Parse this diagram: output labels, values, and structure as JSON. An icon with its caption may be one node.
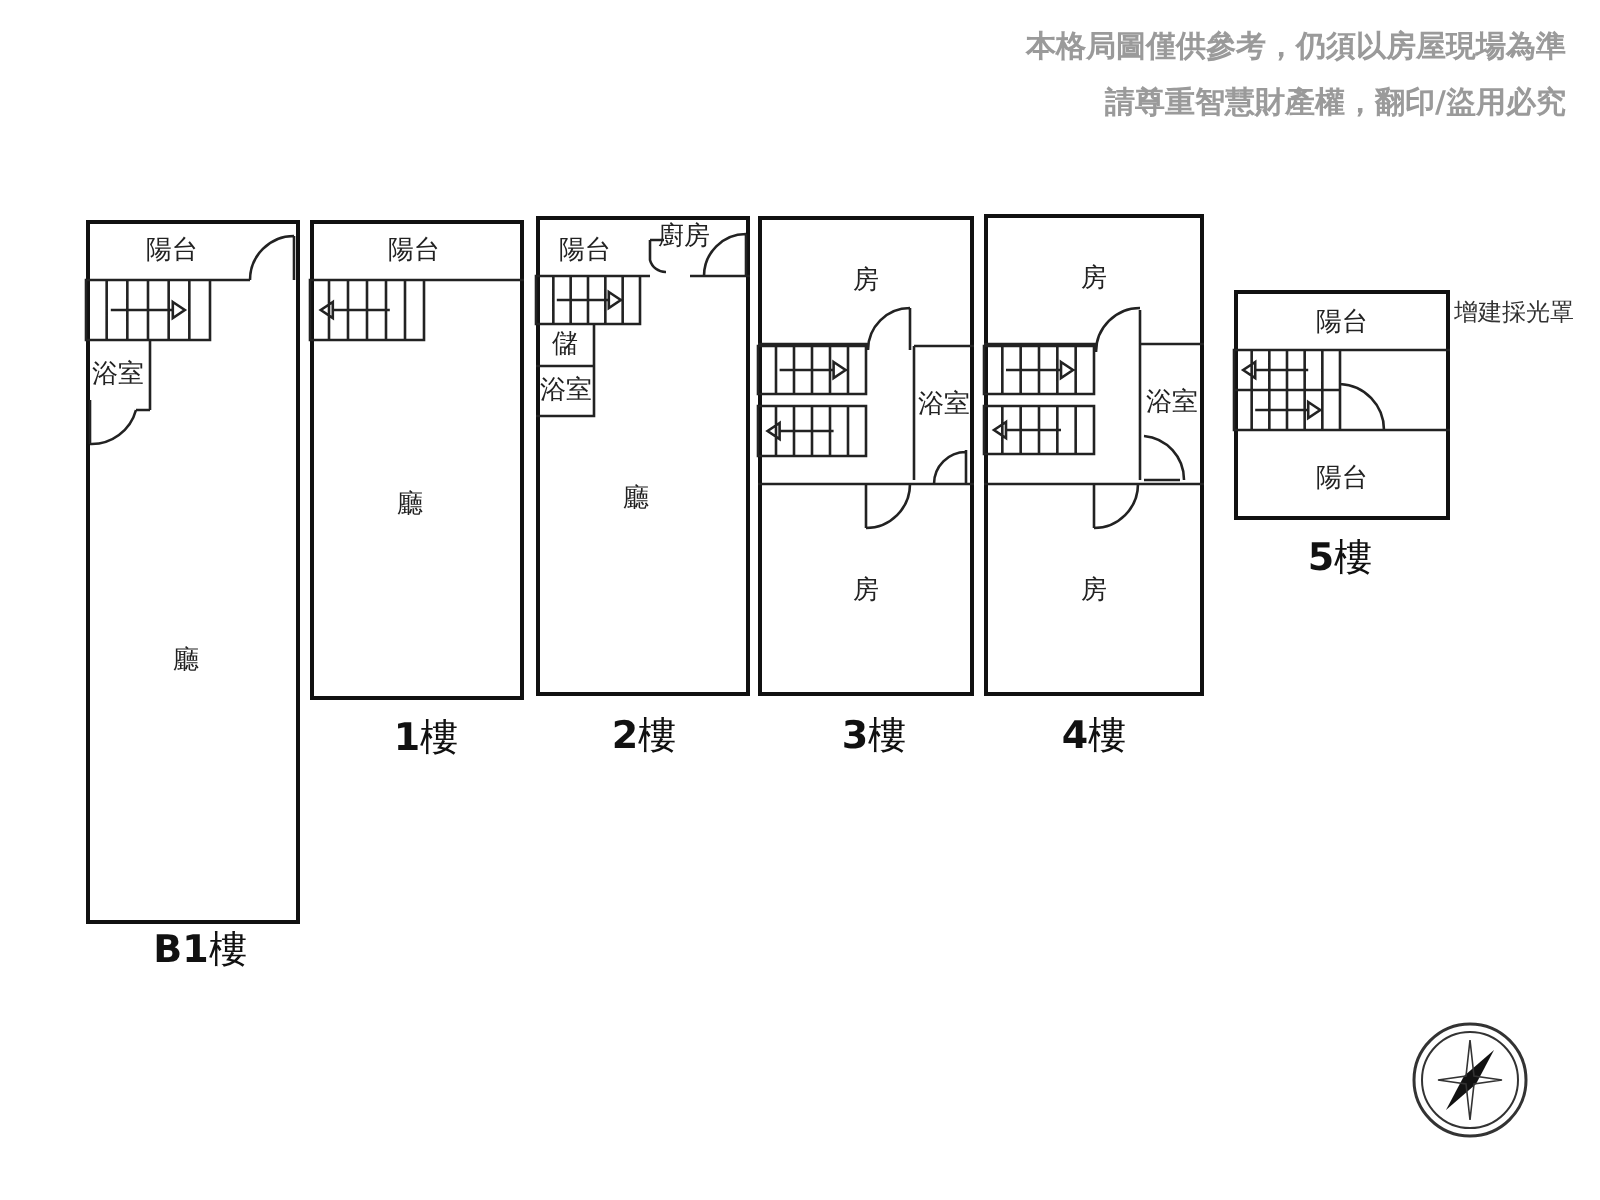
{
  "diagram": {
    "nodes": [
      {
        "text": [
          "**B1**樓"
        ]
      },
      {
        "text": [
          "陽台"
        ],
        "in": 0
      },
      {
        "text": [
          "浴室"
        ],
        "in": 0
      },
      {
        "text": [
          "廳"
        ],
        "in": 0
      },
      {
        "text": [
          "**1**樓"
        ]
      },
      {
        "text": [
          "陽台"
        ],
        "in": 4
      },
      {
        "text": [
          "廳"
        ],
        "in": 4
      },
      {
        "text": [
          "**2**樓"
        ]
      },
      {
        "text": [
          "陽台"
        ],
        "in": 7
      },
      {
        "text": [
          "廚房"
        ],
        "in": 7
      },
      {
        "text": [
          "儲"
        ],
        "in": 7
      },
      {
        "text": [
          "浴室"
        ],
        "in": 7
      },
      {
        "text": [
          "廳"
        ],
        "in": 7
      },
      {
        "text": [
          "**3**樓"
        ]
      },
      {
        "text": [
          "房"
        ],
        "in": 13
      },
      {
        "text": [
          "浴室"
        ],
        "in": 13
      },
      {
        "text": [
          "房"
        ],
        "in": 13
      },
      {
        "text": [
          "**4**樓"
        ]
      },
      {
        "text": [
          "房"
        ],
        "in": 17
      },
      {
        "text": [
          "浴室"
        ],
        "in": 17
      },
      {
        "text": [
          "房"
        ],
        "in": 17
      },
      {
        "text": [
          "**5**樓"
        ]
      },
      {
        "text": [
          "陽台"
        ],
        "in": 21
      },
      {
        "text": [
          "陽台"
        ],
        "in": 21
      }
    ],
    "labels": [
      "本格局圖僅供參考，仍須以房屋現場為準",
      "請尊重智慧財產權，翻印/盜用必究",
      "增建採光罩"
    ]
  }
}
